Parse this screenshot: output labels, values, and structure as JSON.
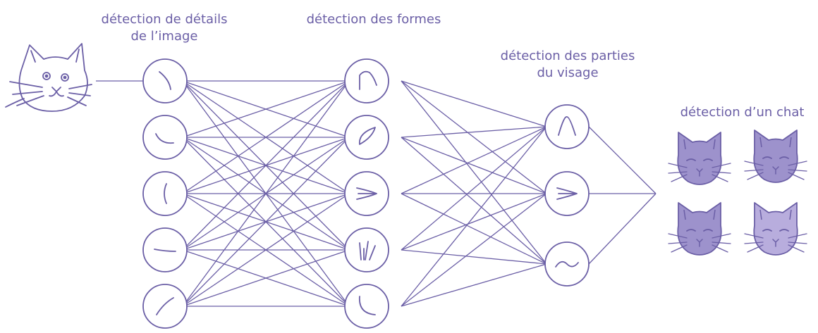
{
  "colors": {
    "stroke": "#6b5fa6",
    "text": "#6b5fa6",
    "cat_fill": "#9d92cc",
    "cat_fill_light": "#b8addd",
    "background": "#ffffff"
  },
  "labels": {
    "layer1_line1": "détection de détails",
    "layer1_line2": "de l’image",
    "layer2": "détection des formes",
    "layer3_line1": "détection des parties",
    "layer3_line2": "du visage",
    "output": "détection d’un chat"
  },
  "layers": {
    "input": {
      "icon": "cat-sketch-icon"
    },
    "layer1": {
      "count": 5,
      "icons": [
        "curve-arc-icon",
        "curve-bowl-icon",
        "vertical-stroke-icon",
        "horizontal-stroke-icon",
        "diagonal-stroke-icon"
      ]
    },
    "layer2": {
      "count": 5,
      "icons": [
        "ear-shape-icon",
        "leaf-shape-icon",
        "eye-shape-icon",
        "whisker-lines-icon",
        "corner-curve-icon"
      ]
    },
    "layer3": {
      "count": 3,
      "icons": [
        "ear-icon",
        "eye-icon",
        "mouth-icon"
      ]
    },
    "output": {
      "icons": [
        "cat-face-icon-1",
        "cat-face-icon-2",
        "cat-face-icon-3",
        "cat-face-icon-4"
      ]
    }
  }
}
